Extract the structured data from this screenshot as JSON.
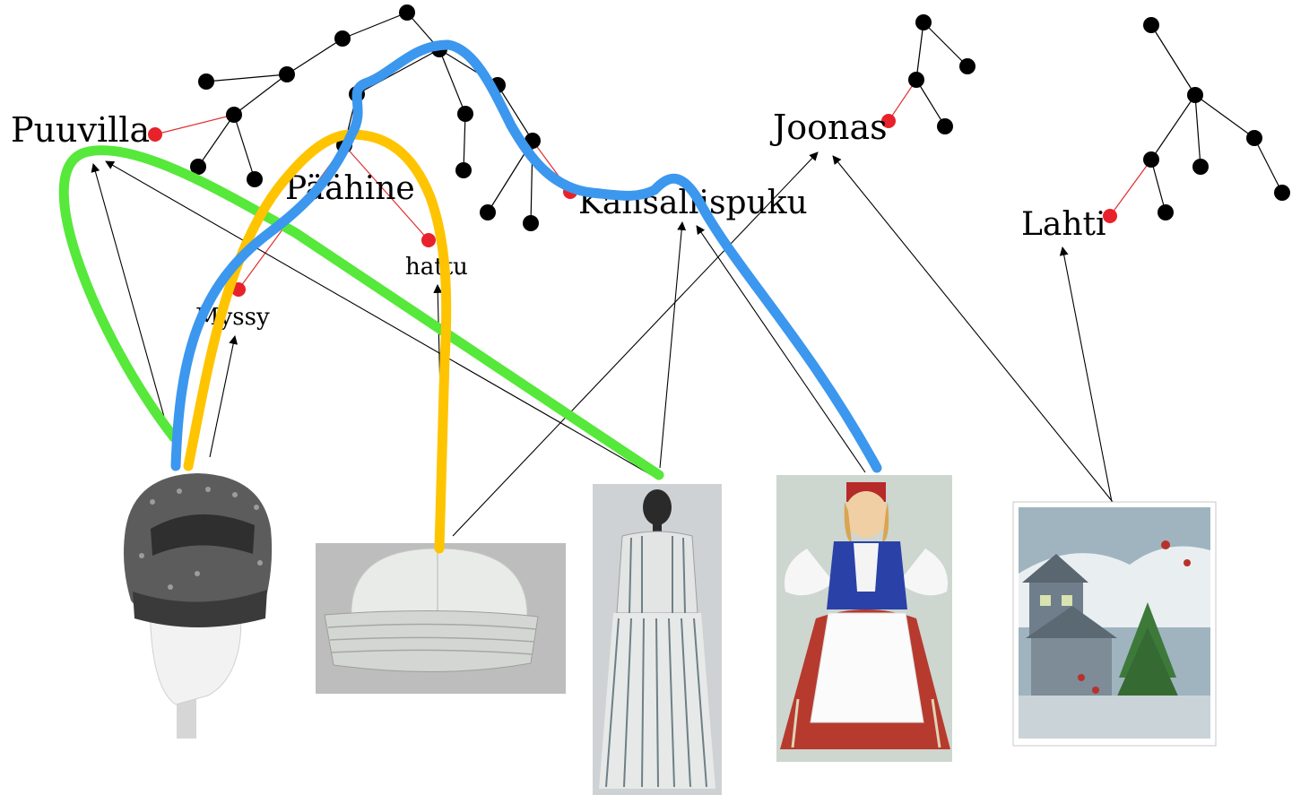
{
  "concepts": [
    {
      "id": "puuvilla",
      "label": "Puuvilla"
    },
    {
      "id": "paahine",
      "label": "Päähine"
    },
    {
      "id": "myssy",
      "label": "Myssy"
    },
    {
      "id": "hattu",
      "label": "hattu"
    },
    {
      "id": "kansallispuku",
      "label": "Kansallispuku"
    },
    {
      "id": "joonas",
      "label": "Joonas"
    },
    {
      "id": "lahti",
      "label": "Lahti"
    }
  ],
  "images": [
    {
      "id": "dark-cap",
      "subject": "dark knitted cap on mannequin head",
      "color": "#6f6f6f"
    },
    {
      "id": "white-hat",
      "subject": "white cotton hat",
      "color": "#d9dcd9"
    },
    {
      "id": "striped-dress",
      "subject": "striped folk dress on mannequin",
      "color": "#bfc6c8"
    },
    {
      "id": "doll",
      "subject": "doll in national costume",
      "color": "#2b3f9e"
    },
    {
      "id": "christmas-card",
      "subject": "winter village card with Christmas tree",
      "color": "#9fb4bf"
    }
  ],
  "colors": {
    "tree_edge": "#000000",
    "concept_edge": "#e03030",
    "concept_node": "#e8222a",
    "path_green": "#56e83a",
    "path_yellow": "#ffc400",
    "path_blue": "#3c97ee"
  }
}
